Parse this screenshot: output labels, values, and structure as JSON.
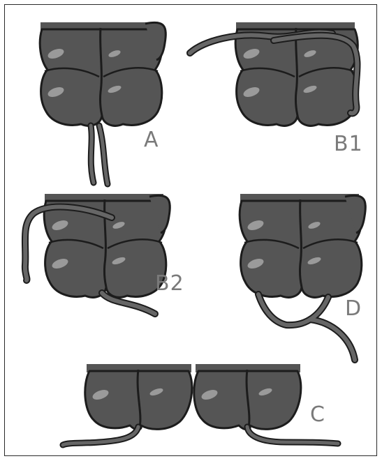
{
  "figure": {
    "panels": [
      {
        "id": "A",
        "label": "A",
        "variant": "single-duct-downward"
      },
      {
        "id": "B1",
        "label": "B1",
        "variant": "two-ducts-wrapping-sides"
      },
      {
        "id": "B2",
        "label": "B2",
        "variant": "left-wrap-and-bottom-duct"
      },
      {
        "id": "D",
        "label": "D",
        "variant": "fused-bottom-loop"
      },
      {
        "id": "C",
        "label": "C",
        "variant": "paired-lobes-separate-ducts"
      }
    ],
    "colors": {
      "lobe_fill": "#555555",
      "lobe_outline": "#1c1c1c",
      "highlight": "#9a9a9a",
      "duct": "#666666",
      "label": "#7a7a7a",
      "frame": "#2a2a2a"
    }
  }
}
